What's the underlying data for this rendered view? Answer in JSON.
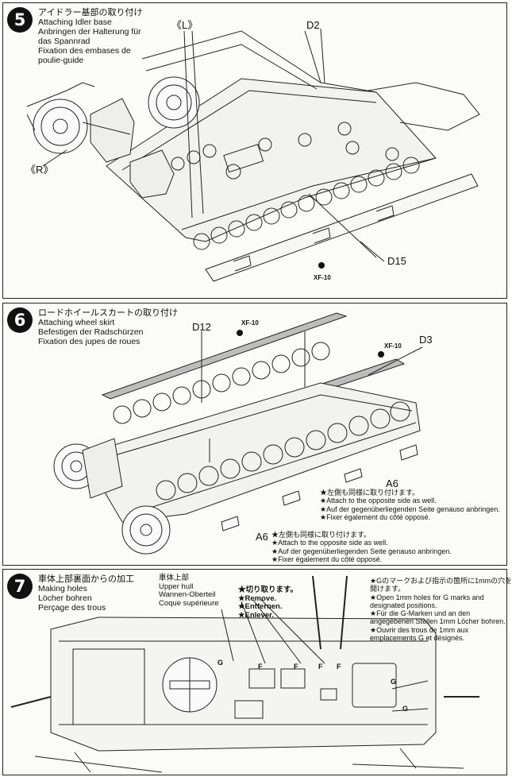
{
  "steps": [
    {
      "number": "5",
      "titles": [
        "アイドラー基部の取り付け",
        "Attaching Idler base",
        "Anbringen der Halterung für",
        "das Spannrad",
        "Fixation des embases de",
        "poulie-guide"
      ],
      "labels": {
        "left_paren": "《L》",
        "right_paren": "《R》",
        "part_d2": "D2",
        "part_d15": "D15",
        "paint": "XF-10"
      }
    },
    {
      "number": "6",
      "titles": [
        "ロードホイールスカートの取り付け",
        "Attaching wheel skirt",
        "Befestigen der Radschürzen",
        "Fixation des jupes de roues"
      ],
      "labels": {
        "part_d12": "D12",
        "part_d3": "D3",
        "paint_1": "XF-10",
        "paint_2": "XF-10",
        "part_a6_1": "A6",
        "part_a6_2": "A6"
      },
      "notes": [
        [
          "★左側も同様に取り付けます。",
          "★Attach to the opposite side as well.",
          "★Auf der gegenüberliegenden Seite genauso anbringen.",
          "★Fixer également du côté opposé."
        ],
        [
          "★左側も同様に取り付けます。",
          "★Attach to the opposite side as well.",
          "★Auf der gegenüberliegenden Seite genauso anbringen.",
          "★Fixer également du côté opposé."
        ]
      ]
    },
    {
      "number": "7",
      "titles": [
        "車体上部裏面からの加工",
        "Making holes",
        "Löcher bohren",
        "Perçage des trous"
      ],
      "upper_hull": [
        "車体上部",
        "Upper hull",
        "Wannen-Oberteil",
        "Coque supérieure"
      ],
      "remove": [
        "★切り取ります。",
        "★Remove.",
        "★Entfernen.",
        "★Enlever."
      ],
      "holes_note": [
        "★Gのマークおよび指示の箇所に1mmの穴を",
        "開けます。",
        "★Open 1mm holes for G marks and",
        "designated positions.",
        "★Für die G-Marken und an den",
        "angegebenen Stellen 1mm Löcher bohren.",
        "★Ouvrir des trous de 1mm aux",
        "emplacements G et désignés."
      ],
      "marks": {
        "g1": "G",
        "f1": "F",
        "f2": "F",
        "f3": "F",
        "f4": "F",
        "g2": "G",
        "g3": "G"
      }
    }
  ]
}
